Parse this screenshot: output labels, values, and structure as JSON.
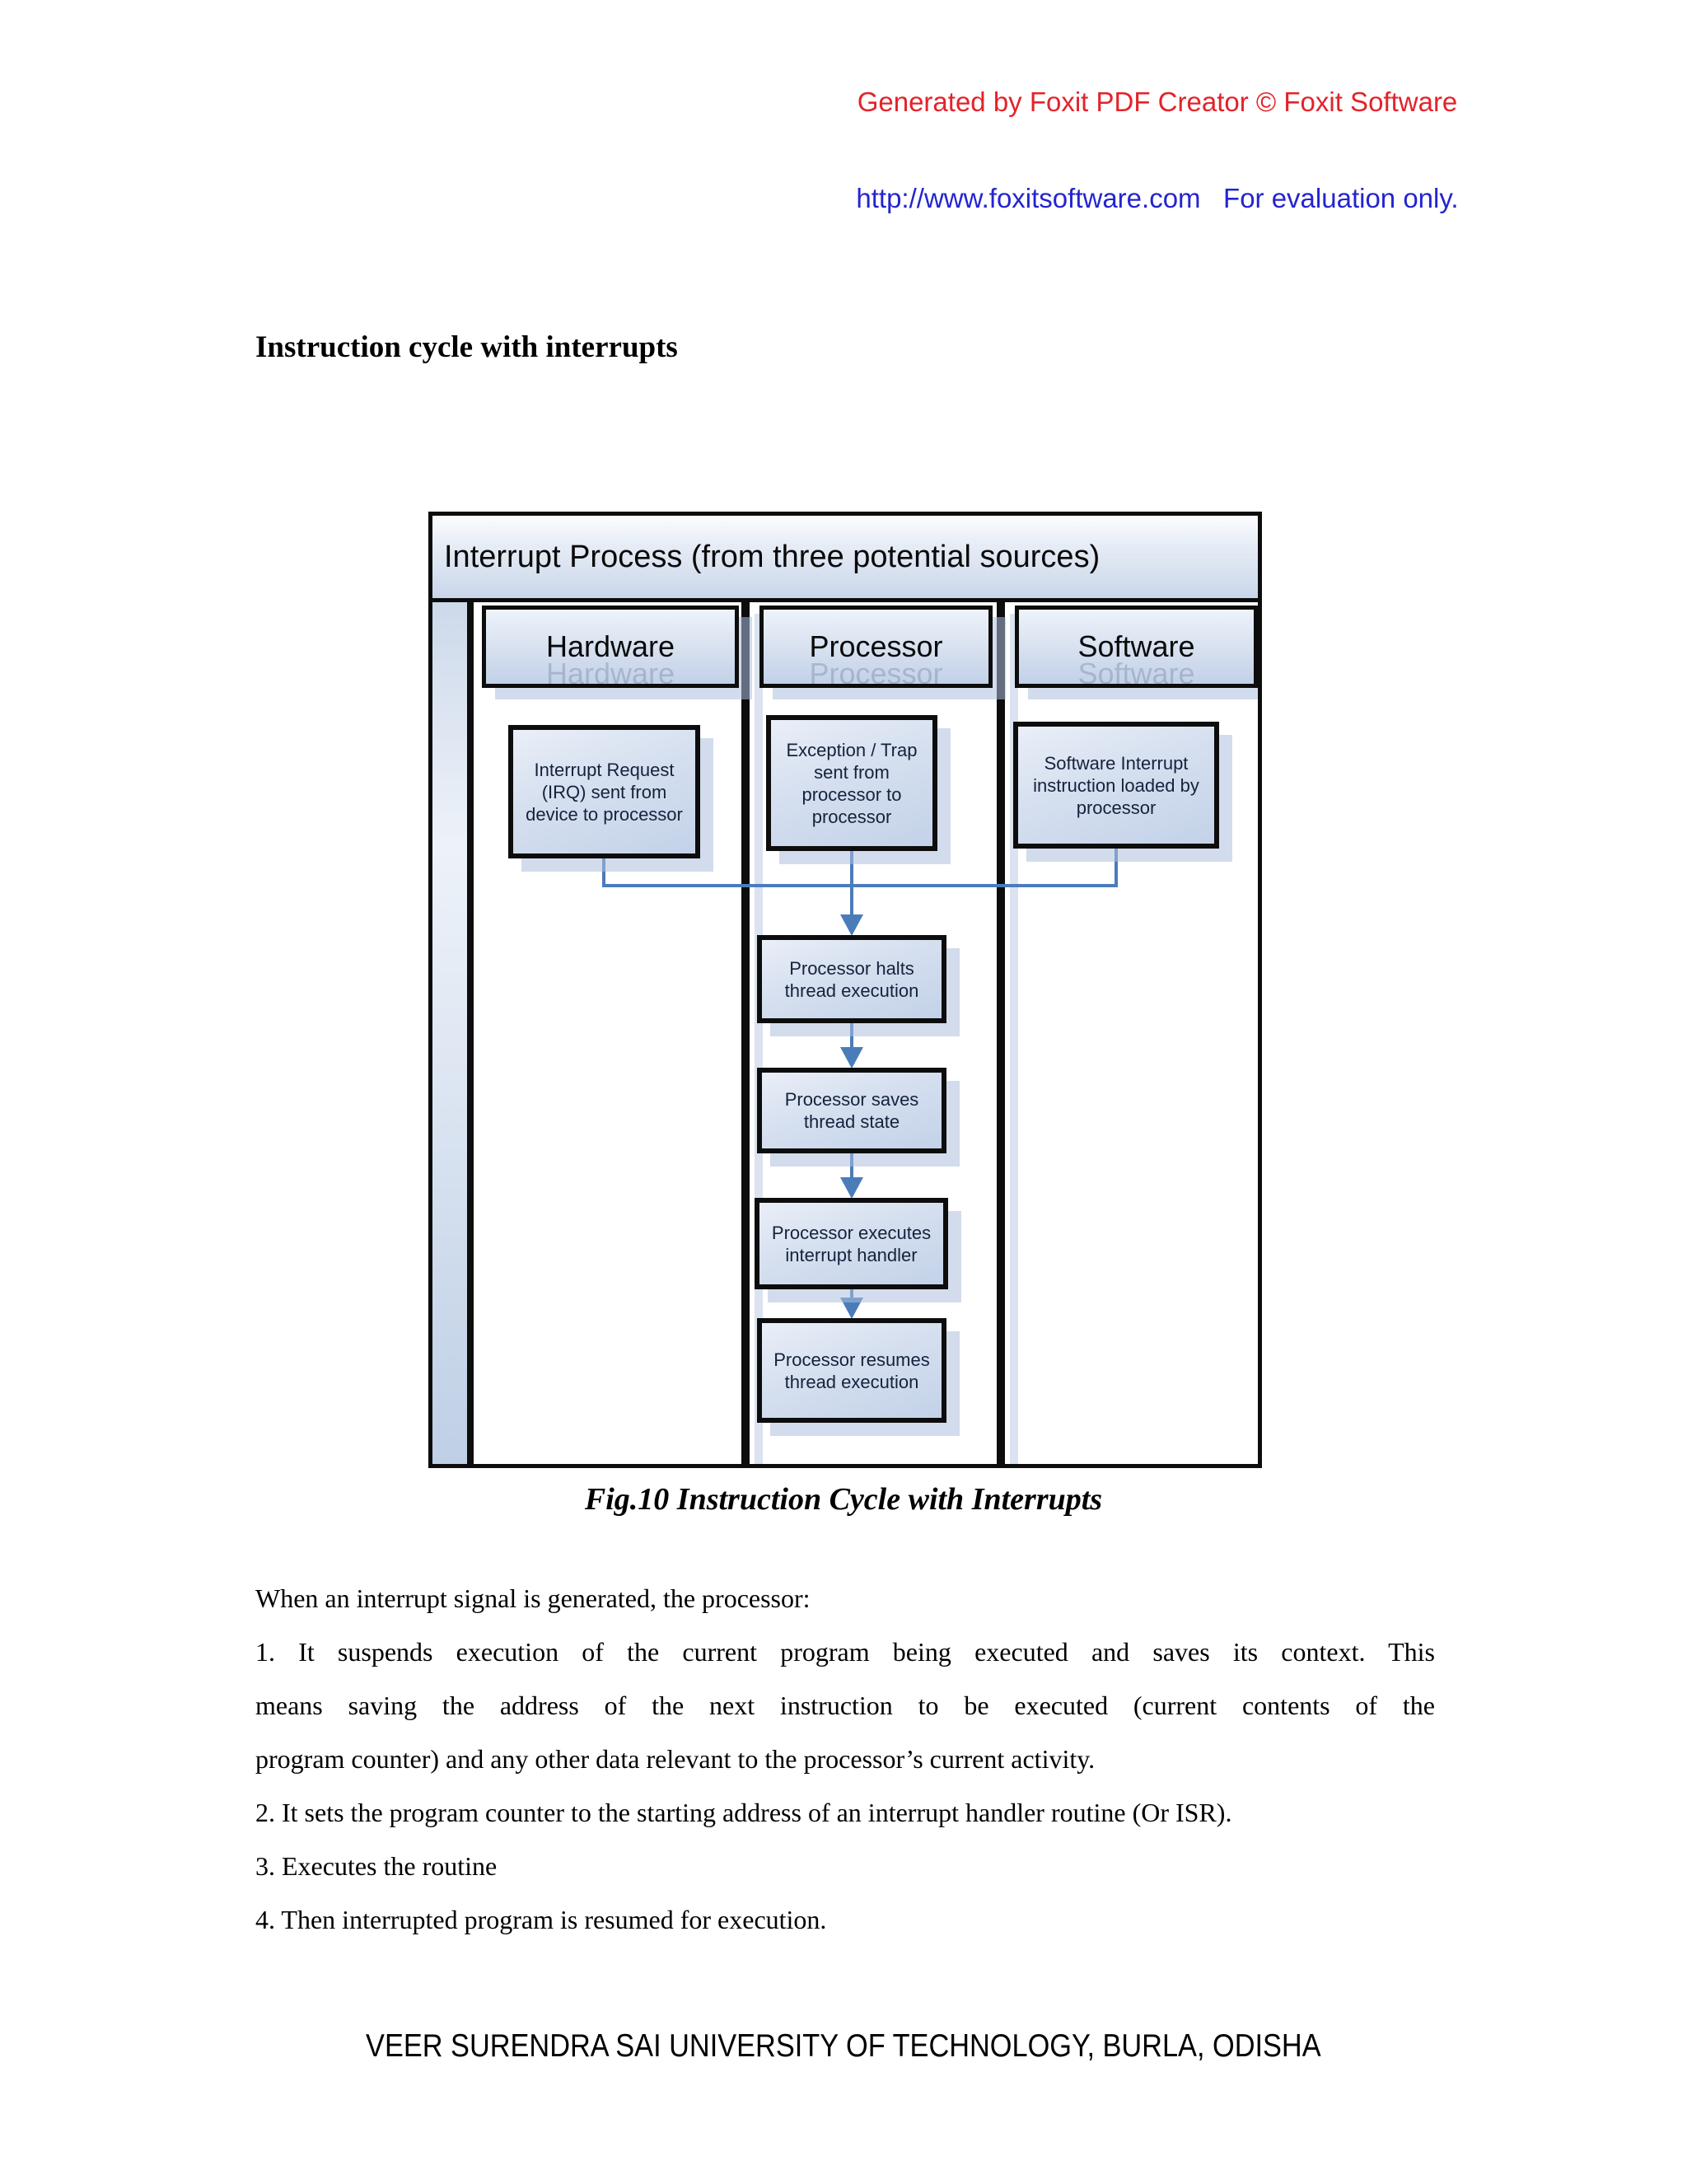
{
  "watermark": {
    "line1": "Generated by Foxit PDF Creator © Foxit Software",
    "line2": "http://www.foxitsoftware.com   For evaluation only.",
    "red_color": "#e3232a",
    "blue_color": "#2424cf"
  },
  "heading": "Instruction cycle with interrupts",
  "diagram": {
    "title": "Interrupt Process (from three potential sources)",
    "columns": [
      "Hardware",
      "Processor",
      "Software"
    ],
    "source_boxes": [
      "Interrupt Request (IRQ) sent from device to processor",
      "Exception / Trap sent from processor to processor",
      "Software Interrupt instruction loaded by processor"
    ],
    "flow_boxes": [
      "Processor halts thread execution",
      "Processor saves thread state",
      "Processor executes interrupt handler",
      "Processor resumes thread execution"
    ],
    "colors": {
      "box_border": "#0d0d0d",
      "box_fill": "#cdd9ec",
      "connector": "#4b7cba",
      "shadow": "#aec0dc"
    }
  },
  "caption": "Fig.10 Instruction Cycle with Interrupts",
  "body_lines": [
    {
      "text": "When an interrupt signal is generated, the processor:",
      "justify": false
    },
    {
      "text": "1. It suspends execution of the current program being executed and saves its context. This",
      "justify": true
    },
    {
      "text": "means saving the address of the next instruction to be executed (current contents of the",
      "justify": true
    },
    {
      "text": "program counter) and any other data relevant to the processor’s current activity.",
      "justify": false
    },
    {
      "text": "2. It sets the program counter to the starting address of an interrupt handler routine (Or ISR).",
      "justify": false
    },
    {
      "text": "3. Executes the routine",
      "justify": false
    },
    {
      "text": "4. Then interrupted program is resumed for execution.",
      "justify": false
    }
  ],
  "footer": "VEER SURENDRA SAI UNIVERSITY OF TECHNOLOGY, BURLA, ODISHA"
}
